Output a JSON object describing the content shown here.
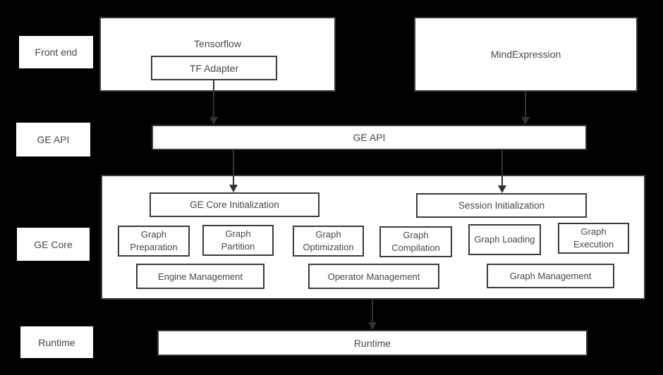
{
  "diagram": {
    "row_labels": {
      "front_end": "Front end",
      "ge_api": "GE API",
      "ge_core": "GE Core",
      "runtime": "Runtime"
    },
    "front_end": {
      "tensorflow": "Tensorflow",
      "tf_adapter": "TF Adapter",
      "mind_expression": "MindExpression"
    },
    "ge_api_bar": "GE API",
    "ge_core": {
      "ge_core_initialization": "GE Core Initialization",
      "session_initialization": "Session Initialization",
      "stages": [
        "Graph Preparation",
        "Graph Partition",
        "Graph Optimization",
        "Graph Compilation",
        "Graph Loading",
        "Graph Execution"
      ],
      "management": [
        "Engine Management",
        "Operator Management",
        "Graph Management"
      ]
    },
    "runtime_bar": "Runtime",
    "colors": {
      "background": "#000000",
      "box_fill": "#ffffff",
      "border": "#3a3a3a",
      "text": "#474747",
      "arrow": "#333333"
    }
  }
}
